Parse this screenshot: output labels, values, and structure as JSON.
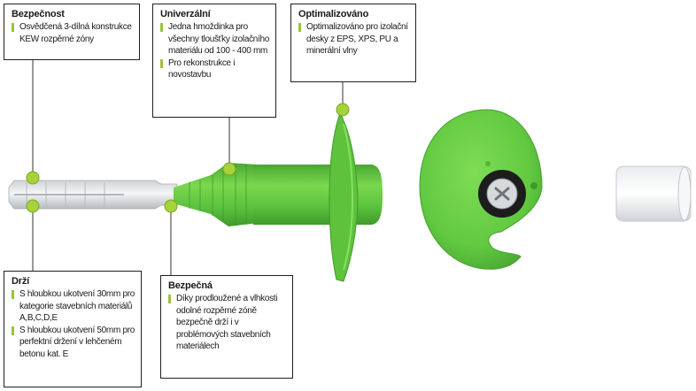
{
  "callouts": {
    "bezpecnost": {
      "title": "Bezpečnost",
      "items": [
        "Osvědčená 3-dílná konstrukce KEW rozpěrné zóny"
      ]
    },
    "univerzalni": {
      "title": "Univerzální",
      "items": [
        "Jedna hmoždinka pro všechny tloušťky izolačního materiálu od 100 - 400 mm",
        "Pro rekonstrukce i novostavbu"
      ]
    },
    "optimalizovano": {
      "title": "Optimalizováno",
      "items": [
        "Optimalizováno pro izolační desky z EPS, XPS, PU a minerální vlny"
      ]
    },
    "drzi": {
      "title": "Drží",
      "items": [
        "S hloubkou ukotvení 30mm pro kategorie stavebních materiálů A,B,C,D,E",
        "S hloubkou ukotvení 50mm pro perfektní držení v lehčeném betonu  kat. E"
      ]
    },
    "bezpecna": {
      "title": "Bezpečná",
      "items": [
        "Díky prodloužené a vlhkosti odolné rozpěrné zóně bezpečně drží i v problémových stavebních materiálech"
      ]
    }
  },
  "colors": {
    "accent_bullet": "#9cc23c",
    "dowel_green": "#6cd04a",
    "dowel_dark": "#4fae33",
    "marker": "#a6d23a"
  }
}
